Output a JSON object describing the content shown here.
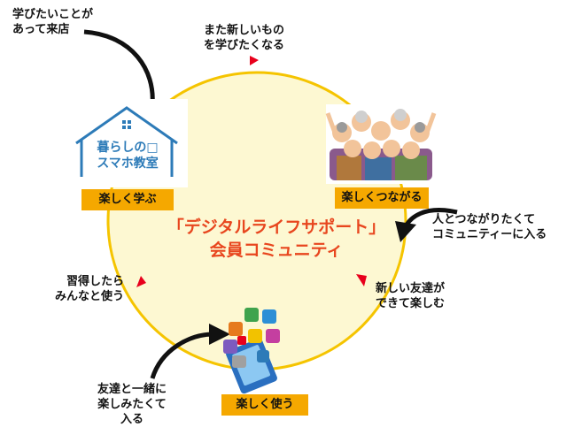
{
  "center": {
    "line1": "「デジタルライフサポート」",
    "line2": "会員コミュニティ"
  },
  "nodes": {
    "learn": {
      "tag": "楽しく学ぶ",
      "logo_text": "暮らしの□\nスマホ教室"
    },
    "connect": {
      "tag": "楽しくつながる"
    },
    "use": {
      "tag": "楽しく使う"
    }
  },
  "labels": {
    "want_to_learn": "学びたいことが\nあって来店",
    "learn_more": "また新しいもの\nを学びたくなる",
    "join_community": "人とつながりたくて\nコミュニティーに入る",
    "new_friends": "新しい友達が\nできて楽しむ",
    "use_with_everyone": "習得したら\nみんなと使う",
    "enjoy_with_friends": "友達と一緒に\n楽しみたくて\n入る"
  },
  "colors": {
    "circle_fill": "#fdf8d2",
    "circle_stroke": "#f5c400",
    "tag_bg": "#f5a800",
    "center_text": "#e8461e",
    "arrow_head": "#e8001c",
    "logo_blue": "#2d7bb8",
    "black_arrow": "#111111"
  },
  "icons": [
    "house-logo-icon",
    "people-group-icon",
    "smartphone-apps-icon",
    "cycle-arrowhead-icon",
    "curved-black-arrow-icon"
  ]
}
